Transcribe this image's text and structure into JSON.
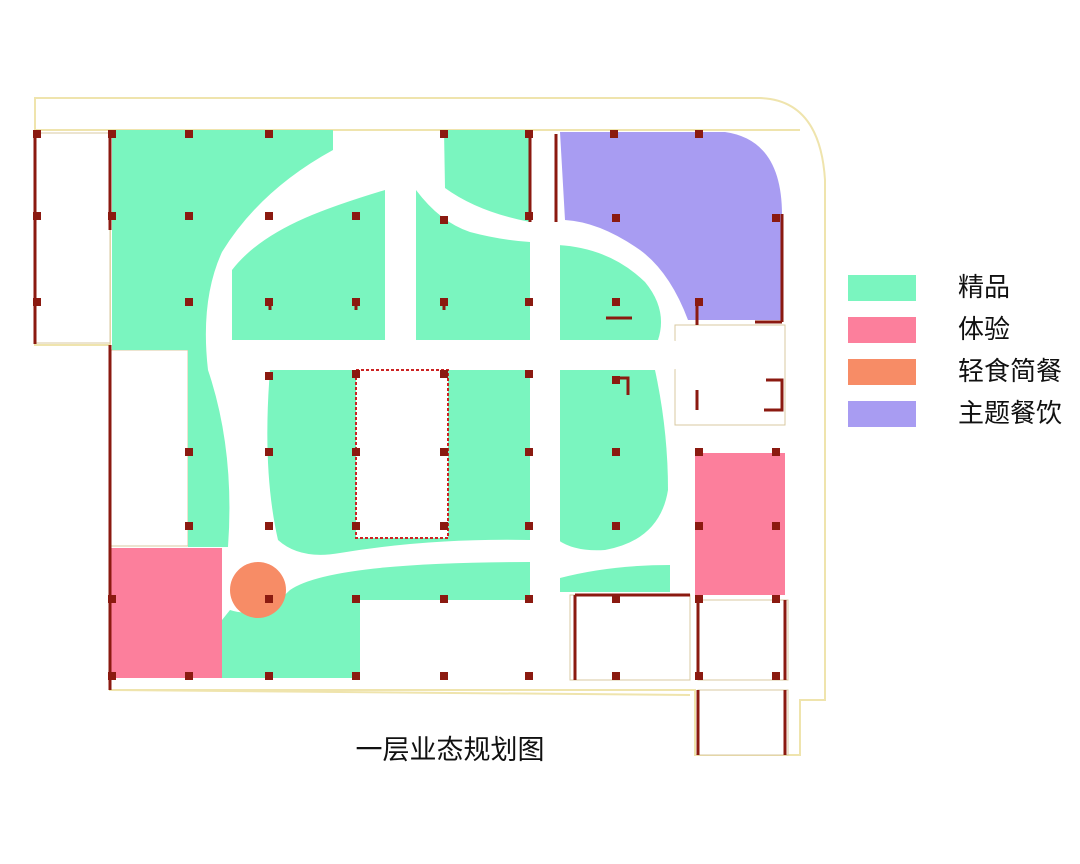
{
  "title": "一层业态规划图",
  "legend": [
    {
      "label": "精品",
      "color": "#7af5bf"
    },
    {
      "label": "体验",
      "color": "#fc7f9c"
    },
    {
      "label": "轻食简餐",
      "color": "#f78c66"
    },
    {
      "label": "主题餐饮",
      "color": "#a89cf2"
    }
  ],
  "colors": {
    "corridor": "#ffffff",
    "column": "#8b1a10",
    "outline": "#f0e6b0",
    "atrium_border": "#cc2222"
  }
}
